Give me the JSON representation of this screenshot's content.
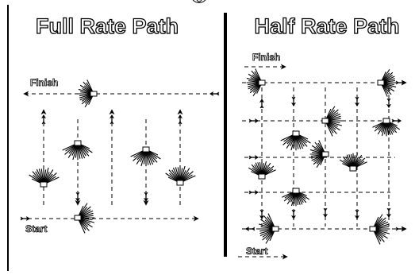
{
  "left_panel": {
    "title": "Full Rate Path",
    "finish_label": "Finish",
    "start_label": "Start"
  },
  "right_panel": {
    "title": "Half Rate Path",
    "finish_label": "Finish",
    "start_label": "Start"
  },
  "colors": {
    "ink": "#000000",
    "background": "#ffffff"
  },
  "icons": {
    "sprinkler": "sprinkler-fan-icon",
    "flow": "arrow-icon"
  }
}
